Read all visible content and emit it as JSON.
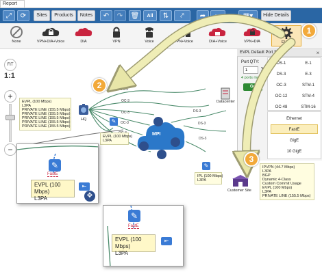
{
  "report_tab": "Report",
  "toolbar": {
    "tabs": [
      "Sites",
      "Products",
      "Notes"
    ],
    "all_label": "All",
    "hide_details": "Hide Details"
  },
  "palette": [
    {
      "label": "None",
      "icon": "none-icon"
    },
    {
      "label": "VPN+DIA+Voice",
      "icon": "locked-cloud-icon"
    },
    {
      "label": "DIA",
      "icon": "cloud-icon"
    },
    {
      "label": "VPN",
      "icon": "lock-icon"
    },
    {
      "label": "Voice",
      "icon": "phone-icon"
    },
    {
      "label": "VPN+Voice",
      "icon": "locked-phone-icon"
    },
    {
      "label": "DIA+Voice",
      "icon": "cloud-phone-icon"
    },
    {
      "label": "VPN+DIA",
      "icon": "locked-cloud-icon"
    },
    {
      "label": "EVPL",
      "icon": "gear-icon",
      "selected": true
    }
  ],
  "zoom": {
    "fit_label": "FIT",
    "one_to_one": "1:1",
    "plus": "+",
    "minus": "−"
  },
  "hq_details": [
    "EVPL (100 Mbps)",
    "L3PA",
    "PRIVATE LINE (155.5 Mbps)",
    "PRIVATE LINE (155.5 Mbps)",
    "PRIVATE LINE (155.5 Mbps)",
    "PRIVATE LINE (155.5 Mbps)",
    "PRIVATE LINE (155.5 Mbps)"
  ],
  "hq_label": "HQ",
  "mpi_label": "MPI",
  "datacenter_label": "Datacenter",
  "customer_site_label": "Customer Site",
  "link_labels": [
    "OC-3",
    "OC-3",
    "OC-3",
    "OC-3",
    "OC-3",
    "DS-3",
    "DS-3",
    "DS-3"
  ],
  "fast_label": "FastE",
  "small_details": [
    "EVPL (100 Mbps)",
    "L3PA"
  ],
  "ipl_details": [
    "IPL (100 Mbps)",
    "L3PA"
  ],
  "inset1_label": [
    "EVPL (100 Mbps)",
    "L3PA"
  ],
  "inset2_label": [
    "EVPL (100 Mbps)",
    "L3PA"
  ],
  "customer_details": [
    "IPVPN (44.7 Mbps)",
    "L3PA",
    "BGP",
    "Dynamic 4-Class",
    "Custom Commit Usage",
    "EVPL (100 Mbps)",
    "L3PA",
    "PRIVATE LINE (155.5 Mbps)"
  ],
  "panel": {
    "title": "EVPL Default Port Speed",
    "qty_label": "Port QTY:",
    "qty_value": "1",
    "x_label": "X",
    "ports_max": "4 ports max",
    "go": "Go",
    "speeds_left": [
      "DS-1",
      "DS-3",
      "OC-3",
      "OC-12",
      "OC-48"
    ],
    "speeds_right": [
      "E-1",
      "E-3",
      "STM-1",
      "STM-4",
      "STM-16"
    ],
    "ethernet_title": "Ethernet",
    "ethernet": [
      "FastE",
      "GigE",
      "10 GigE"
    ],
    "ethernet_selected": "FastE"
  },
  "callouts": [
    "1",
    "2",
    "3"
  ],
  "colors": {
    "toolbar": "#2a66a4",
    "accent": "#f2a93a",
    "link": "#4a8a6a"
  }
}
